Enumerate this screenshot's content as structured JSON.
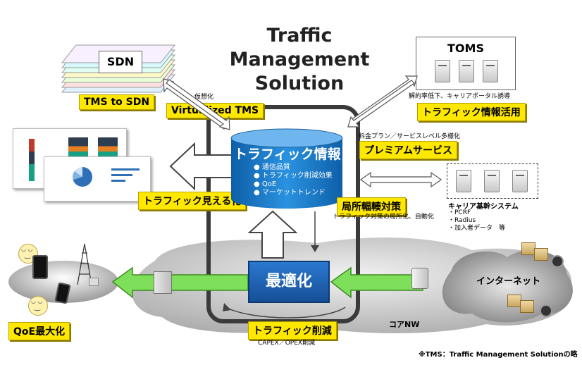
{
  "title": "Traffic\nManagement\nSolution",
  "sdn": {
    "label": "SDN",
    "badge": "TMS to SDN"
  },
  "virtualized": {
    "small": "仮想化",
    "badge": "Virtualized TMS"
  },
  "toms": {
    "label": "TOMS",
    "small": "解約率低下、キャリアポータル誘導",
    "badge": "トラフィック情報活用"
  },
  "premium": {
    "small": "料金プラン／サービスレベル多様化",
    "badge": "プレミアムサービス"
  },
  "database": {
    "title": "トラフィック情報",
    "items": [
      "通信品質",
      "トラフィック削減効果",
      "QoE",
      "マーケットトレンド"
    ]
  },
  "visualize": {
    "badge": "トラフィック見える化"
  },
  "localize": {
    "badge": "局所輻輳対策",
    "small": "トラフィック対策の局所化、自動化"
  },
  "carrier": {
    "title": "キャリア基幹システム",
    "items": [
      "・PCRF",
      "・Radius",
      "・加入者データ　等"
    ]
  },
  "optimize": {
    "label": "最適化"
  },
  "internet": {
    "label": "インターネット"
  },
  "reduce": {
    "badge": "トラフィック削減",
    "small": "CAPEX／OPEX削減"
  },
  "core": {
    "label": "コアNW"
  },
  "qoe": {
    "badge": "QoE最大化"
  },
  "footnote": "※TMS：Traffic Management Solutionの略",
  "colors": {
    "yellow": "#ffe800",
    "green": "#7ee05a",
    "blue": "#1d5fb0",
    "db": "#1a78c8"
  }
}
